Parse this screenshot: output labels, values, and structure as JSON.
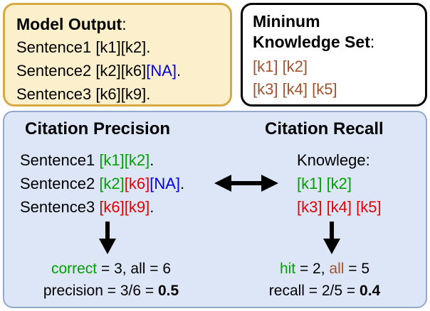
{
  "colors": {
    "correct_green": "#00A000",
    "incorrect_red": "#E80000",
    "na_blue": "#0000E0",
    "knowledge_orange": "#A0522D",
    "model_output_fill": "#FCEFCB",
    "model_output_border": "#D6A943",
    "knowledge_box_fill": "#FFFFFF",
    "knowledge_box_border": "#000000",
    "metrics_panel_fill": "#DCE6F7",
    "metrics_panel_border": "#93A9CE"
  },
  "model_output": {
    "title": "Model Output",
    "title_colon": ":",
    "lines": [
      {
        "prefix": "Sentence1 ",
        "cites": "[k1][k2]",
        "period": "."
      },
      {
        "prefix": "Sentence2 ",
        "cites": "[k2][k6]",
        "na": "[NA]",
        "period": "."
      },
      {
        "prefix": "Sentence3 ",
        "cites": "[k6][k9]",
        "period": "."
      }
    ]
  },
  "knowledge_set": {
    "title_line1": "Mininum",
    "title_line2": "Knowledge Set",
    "title_colon": ":",
    "rows": [
      "[k1] [k2]",
      "[k3] [k4] [k5]"
    ]
  },
  "precision": {
    "heading": "Citation Precision",
    "lines": [
      {
        "prefix": "Sentence1 ",
        "good": "[k1][k2]",
        "bad": "",
        "na": "",
        "period": "."
      },
      {
        "prefix": "Sentence2 ",
        "good": "[k2]",
        "bad": "[k6]",
        "na": "[NA]",
        "period": "."
      },
      {
        "prefix": "Sentence3 ",
        "good": "",
        "bad": "[k6][k9]",
        "na": "",
        "period": "."
      }
    ],
    "stat_label_correct": "correct",
    "stat_correct": " = 3, all = 6",
    "result": "precision = 3/6 = ",
    "result_value": "0.5"
  },
  "recall": {
    "heading": "Citation Recall",
    "knowledge_label": "Knowlege:",
    "hit_row": "[k1] [k2]",
    "miss_row": "[k3] [k4] [k5]",
    "stat_label_hit": "hit",
    "stat_mid": " = 2, ",
    "stat_label_all": "all",
    "stat_tail": " = 5",
    "result": "recall = 2/5 = ",
    "result_value": "0.4"
  },
  "arrows": {
    "bidirectional": "double-headed-horizontal-arrow",
    "precision_down": "down-arrow",
    "recall_down": "down-arrow"
  }
}
